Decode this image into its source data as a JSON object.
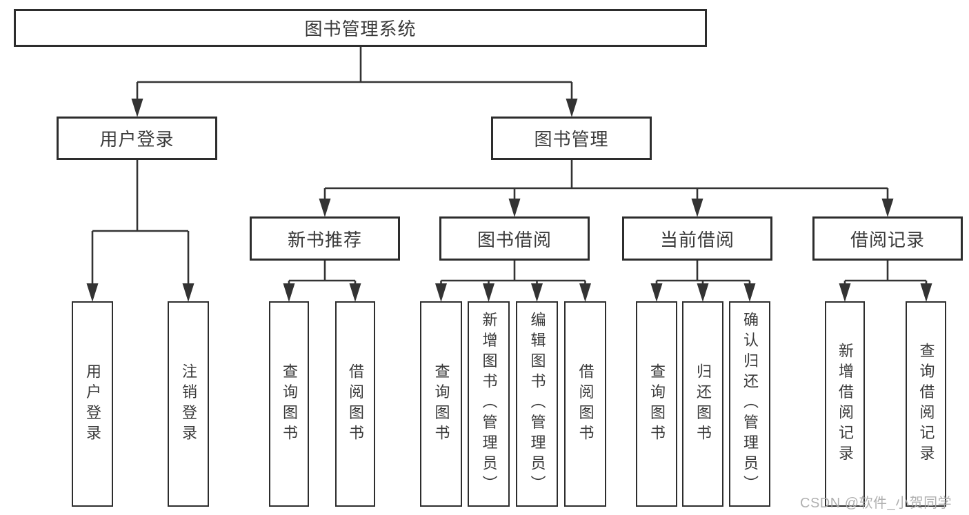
{
  "nodes": {
    "root": "图书管理系统",
    "user_login": "用户登录",
    "book_management": "图书管理",
    "new_book_recommend": "新书推荐",
    "book_borrow": "图书借阅",
    "current_borrow": "当前借阅",
    "borrow_records": "借阅记录",
    "leaves": {
      "user_login": [
        "用户登录",
        "注销登录"
      ],
      "new_book_recommend": [
        "查询图书",
        "借阅图书"
      ],
      "book_borrow": [
        "查询图书",
        "新增图书（管理员）",
        "编辑图书（管理员）",
        "借阅图书"
      ],
      "current_borrow": [
        "查询图书",
        "归还图书",
        "确认归还（管理员）"
      ],
      "borrow_records": [
        "新增借阅记录",
        "查询借阅记录"
      ]
    }
  },
  "watermark": "CSDN @软件_小贺同学",
  "colors": {
    "line": "#333333",
    "box_border": "#2d2d2d",
    "text": "#3a3a3a",
    "background": "#ffffff",
    "watermark": "#aaaaaa"
  }
}
